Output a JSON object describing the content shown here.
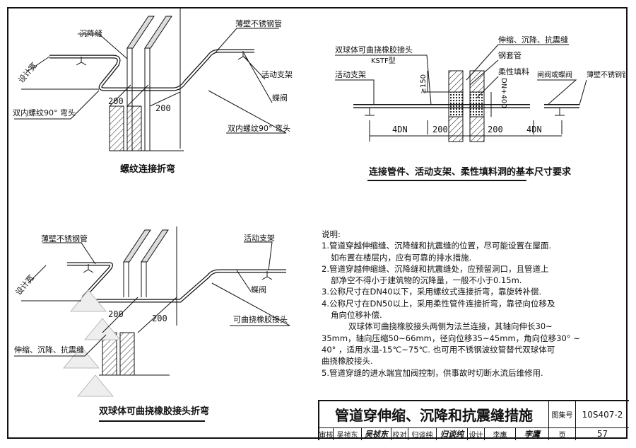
{
  "drawing1": {
    "title": "螺纹连接折弯",
    "labels": {
      "settlement_joint": "沉降缝",
      "steel_pipe": "薄壁不锈钢管",
      "support": "活动支架",
      "butterfly_valve": "蝶阀",
      "elbow_left": "双内螺纹90° 弯头",
      "elbow_right": "双内螺纹90° 弯头",
      "design_height": "设计宽"
    },
    "dims": [
      "200",
      "200"
    ]
  },
  "drawing2": {
    "title": "连接管件、活动支架、柔性填料洞的基本尺寸要求",
    "labels": {
      "rubber_joint": "双球体可曲挠橡胶接头",
      "model": "KSTF型",
      "support": "活动支架",
      "joint": "伸缩、沉降、抗震缝",
      "sleeve": "钢套管",
      "filler": "柔性填料",
      "valve": "闸阀或蝶阀",
      "steel_pipe": "薄壁不锈钢管"
    },
    "dims": {
      "gap": "≥150",
      "hole": "DN+400",
      "left": "4DN",
      "mid_left": "200",
      "mid_right": "200",
      "right": "4DN"
    }
  },
  "drawing3": {
    "title": "双球体可曲挠橡胶接头折弯",
    "labels": {
      "steel_pipe": "薄壁不锈钢管",
      "support": "活动支架",
      "butterfly_valve": "蝶阀",
      "rubber_joint": "可曲挠橡胶接头",
      "joint": "伸缩、沉降、抗震缝",
      "design_height": "设计宽"
    },
    "dims": [
      "200",
      "200"
    ]
  },
  "notes": {
    "heading": "说明:",
    "lines": [
      "1.管道穿越伸缩缝、沉降缝和抗震缝的位置，尽可能设置在屋面.",
      "如布置在楼层内，应有可靠的排水措施.",
      "2.管道穿越伸缩缝、沉降缝和抗震缝处，应预留洞口，且管道上",
      "部净空不得小于建筑物的沉降量，一般不小于0.15m.",
      "3.公称尺寸在DN40以下，采用螺纹式连接折弯，靠旋转补偿.",
      "4.公称尺寸在DN50以上，采用柔性管件连接折弯，靠径向位移及",
      "角向位移补偿.",
      "双球体可曲挠橡胶接头两侧为法兰连接，其轴向伸长30~",
      "35mm，轴向压缩50~66mm，径向位移35~45mm，角向位移30° ~",
      "40° ，适用水温-15℃~75℃. 也可用不锈钢波纹管替代双球体可",
      "曲挠橡胶接头.",
      "5.管道穿缝的进水端宜加阀控制，供事故时切断水流后维修用."
    ]
  },
  "title_block": {
    "title": "管道穿伸缩、沉降和抗震缝措施",
    "atlas_label": "图集号",
    "atlas_no": "10S407-2",
    "review_label": "审核",
    "reviewer": "吴祯东",
    "reviewer_sig": "吴祯东",
    "check_label": "校对",
    "checker": "归谈纯",
    "checker_sig": "归谈纯",
    "design_label": "设计",
    "designer": "李鹰",
    "designer_sig": "李鹰",
    "page_label": "页",
    "page_no": "57"
  }
}
